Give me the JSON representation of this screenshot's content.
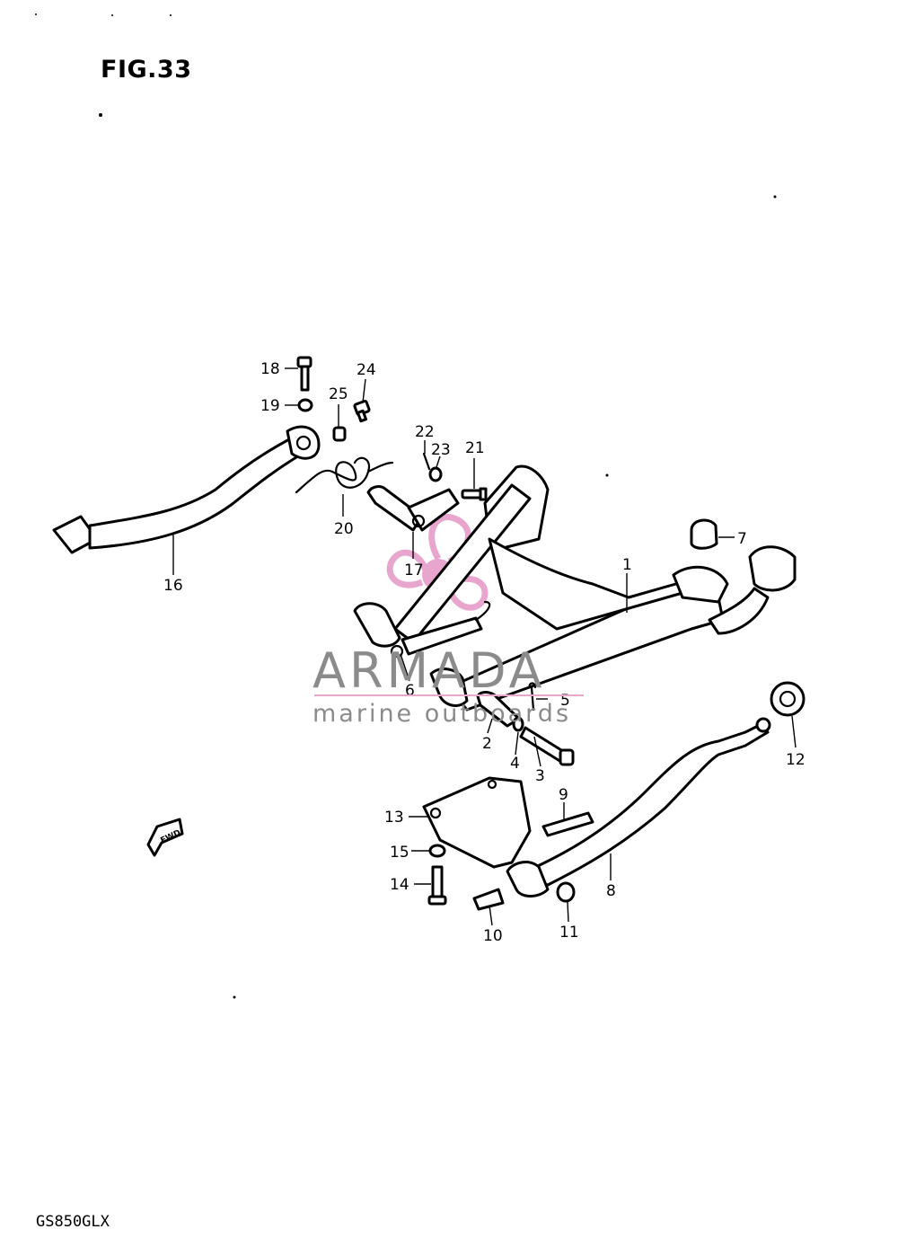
{
  "figure": {
    "title": "FIG.33",
    "model": "GS850GLX",
    "fwd_symbol": "FWD"
  },
  "watermark": {
    "brand": "ARMADA",
    "tagline": "marine outboards",
    "logo_color": "#e8a6cf",
    "text_color": "#8b8b8b"
  },
  "callouts": [
    {
      "id": "1",
      "label": "1"
    },
    {
      "id": "2",
      "label": "2"
    },
    {
      "id": "3",
      "label": "3"
    },
    {
      "id": "4",
      "label": "4"
    },
    {
      "id": "5",
      "label": "5"
    },
    {
      "id": "6",
      "label": "6"
    },
    {
      "id": "7",
      "label": "7"
    },
    {
      "id": "8",
      "label": "8"
    },
    {
      "id": "9",
      "label": "9"
    },
    {
      "id": "10",
      "label": "10"
    },
    {
      "id": "11",
      "label": "11"
    },
    {
      "id": "12",
      "label": "12"
    },
    {
      "id": "13",
      "label": "13"
    },
    {
      "id": "14",
      "label": "14"
    },
    {
      "id": "15",
      "label": "15"
    },
    {
      "id": "16",
      "label": "16"
    },
    {
      "id": "17",
      "label": "17"
    },
    {
      "id": "18",
      "label": "18"
    },
    {
      "id": "19",
      "label": "19"
    },
    {
      "id": "20",
      "label": "20"
    },
    {
      "id": "21",
      "label": "21"
    },
    {
      "id": "22",
      "label": "22"
    },
    {
      "id": "23",
      "label": "23"
    },
    {
      "id": "24",
      "label": "24"
    },
    {
      "id": "25",
      "label": "25"
    }
  ]
}
